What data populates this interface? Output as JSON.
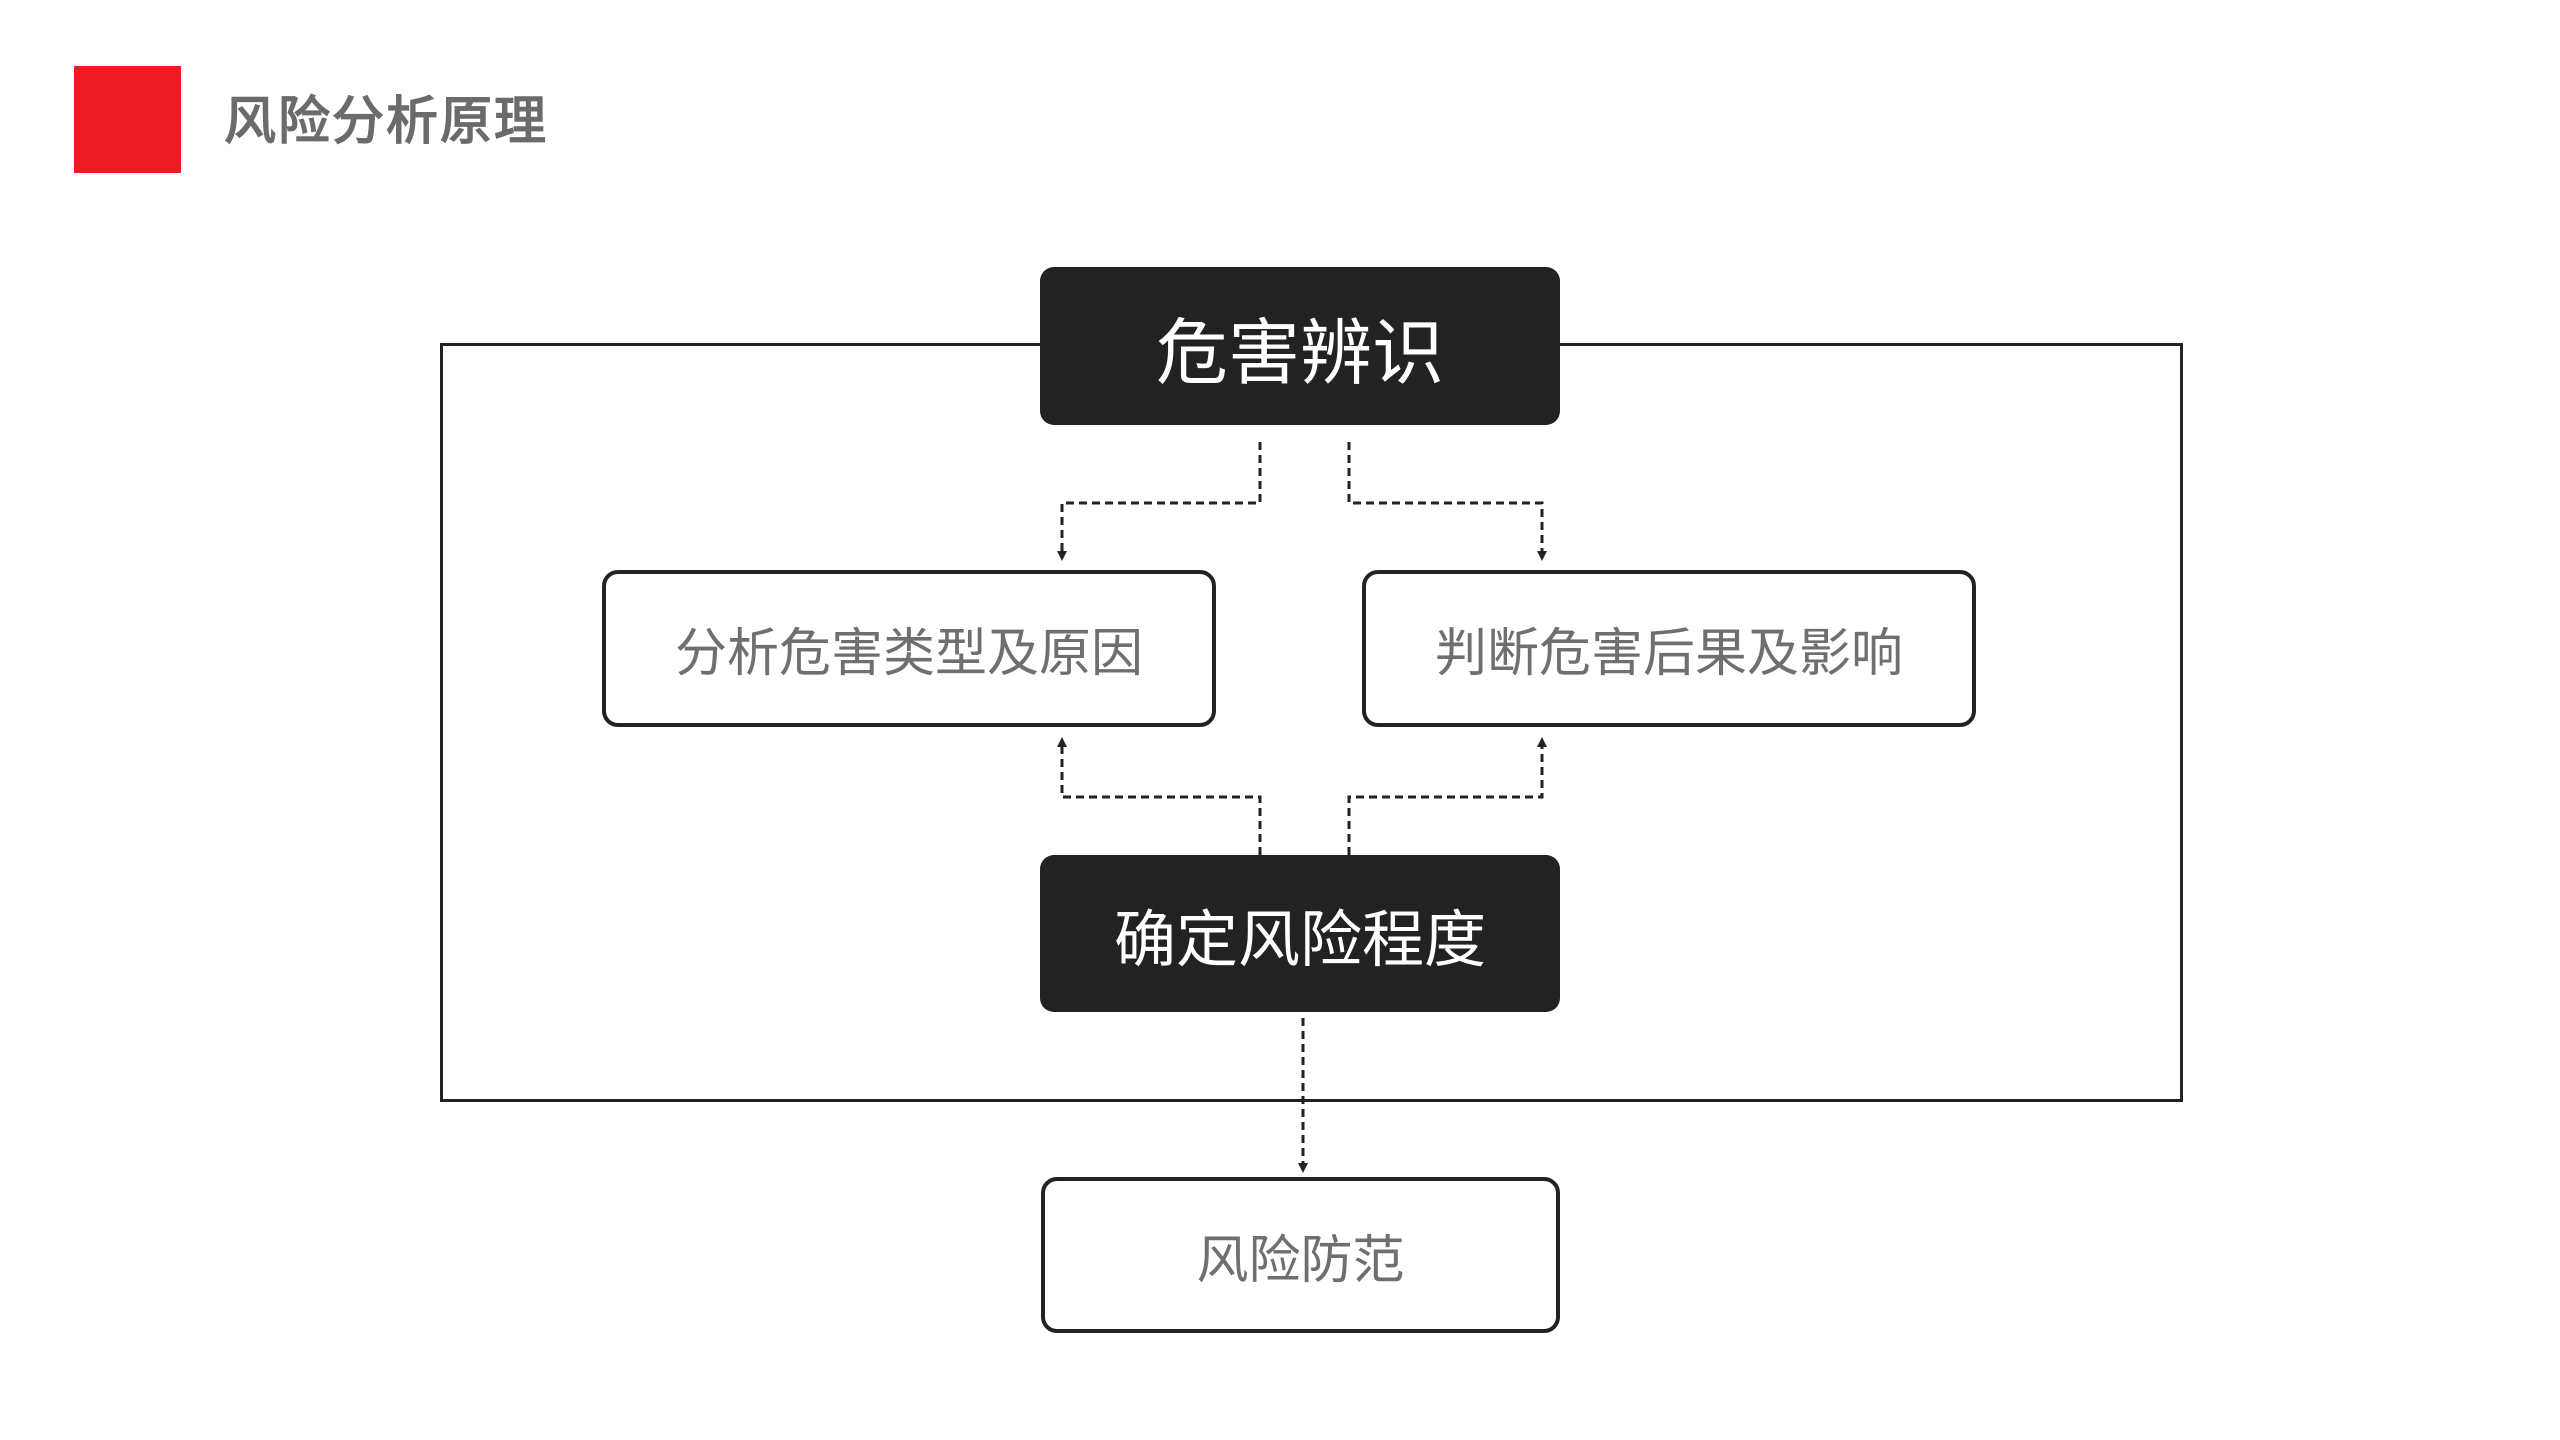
{
  "page": {
    "title": "风险分析原理",
    "accent_color": "#ed1c24"
  },
  "diagram": {
    "nodes": {
      "hazard_identification": "危害辨识",
      "analyze_types": "分析危害类型及原因",
      "judge_consequences": "判断危害后果及影响",
      "determine_risk": "确定风险程度",
      "risk_prevention": "风险防范"
    },
    "edges": [
      {
        "from": "危害辨识",
        "to": "分析危害类型及原因",
        "style": "dashed"
      },
      {
        "from": "危害辨识",
        "to": "判断危害后果及影响",
        "style": "dashed"
      },
      {
        "from": "确定风险程度",
        "to": "分析危害类型及原因",
        "style": "dashed"
      },
      {
        "from": "确定风险程度",
        "to": "判断危害后果及影响",
        "style": "dashed"
      },
      {
        "from": "确定风险程度",
        "to": "风险防范",
        "style": "dashed"
      }
    ]
  }
}
